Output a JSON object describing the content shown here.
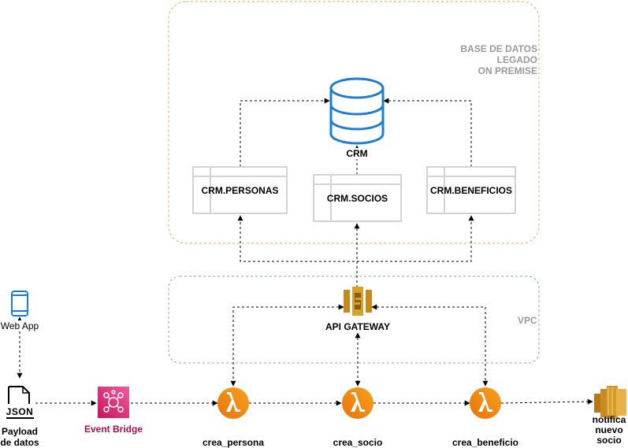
{
  "zones": {
    "legacy": {
      "label_lines": [
        "BASE DE DATOS",
        "LEGADO",
        "ON PREMISE"
      ]
    },
    "vpc": {
      "label": "VPC"
    }
  },
  "database": {
    "label": "CRM",
    "icon": "database-icon"
  },
  "tables": [
    {
      "id": "personas",
      "label": "CRM.PERSONAS"
    },
    {
      "id": "socios",
      "label": "CRM.SOCIOS"
    },
    {
      "id": "beneficios",
      "label": "CRM.BENEFICIOS"
    }
  ],
  "api_gateway": {
    "label": "API GATEWAY",
    "icon": "api-gateway-icon"
  },
  "web_app": {
    "label": "Web App",
    "icon": "mobile-phone-icon"
  },
  "payload": {
    "label_lines": [
      "Payload",
      "de datos"
    ],
    "icon": "json-file-icon"
  },
  "event_bridge": {
    "label": "Event Bridge",
    "icon": "eventbridge-icon"
  },
  "lambdas": [
    {
      "id": "persona",
      "label": "crea_persona"
    },
    {
      "id": "socio",
      "label": "crea_socio"
    },
    {
      "id": "beneficio",
      "label": "crea_beneficio"
    }
  ],
  "notify": {
    "label_lines": [
      "notifica",
      "nuevo",
      "socio"
    ],
    "icon": "sns-icon"
  },
  "colors": {
    "legacy_border": "#e6a94a",
    "vpc_border": "#7fa6d4",
    "db_blue": "#1a7fd4",
    "lambda_orange": "#f0850e",
    "eventbridge_pink": "#e7157b",
    "api_gold": "#d4a12a",
    "sns_gold": "#d69b28",
    "table_border": "#d3d3d3"
  }
}
